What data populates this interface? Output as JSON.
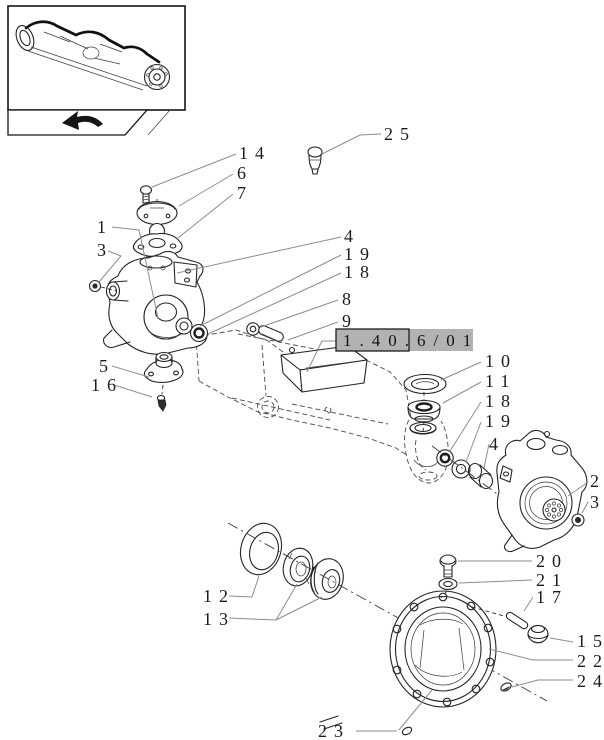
{
  "page": {
    "type": "exploded-parts-diagram",
    "background": "#ffffff"
  },
  "reference": {
    "label": "1.40.6/01",
    "highlight_color": "#b2b2b2"
  },
  "icons": {
    "back_arrow": "↩"
  },
  "colors": {
    "line": "#242424",
    "leader": "#8d8d8d",
    "highlight": "#b2b2b2"
  },
  "callouts": [
    {
      "label": "14"
    },
    {
      "label": "6"
    },
    {
      "label": "7"
    },
    {
      "label": "25"
    },
    {
      "label": "1"
    },
    {
      "label": "3"
    },
    {
      "label": "4"
    },
    {
      "label": "19"
    },
    {
      "label": "18"
    },
    {
      "label": "8"
    },
    {
      "label": "9"
    },
    {
      "label": "10"
    },
    {
      "label": "11"
    },
    {
      "label": "18"
    },
    {
      "label": "19"
    },
    {
      "label": "4"
    },
    {
      "label": "2"
    },
    {
      "label": "3"
    },
    {
      "label": "5"
    },
    {
      "label": "16"
    },
    {
      "label": "20"
    },
    {
      "label": "21"
    },
    {
      "label": "17"
    },
    {
      "label": "15"
    },
    {
      "label": "22"
    },
    {
      "label": "24"
    },
    {
      "label": "12"
    },
    {
      "label": "13"
    },
    {
      "label": "23"
    }
  ]
}
